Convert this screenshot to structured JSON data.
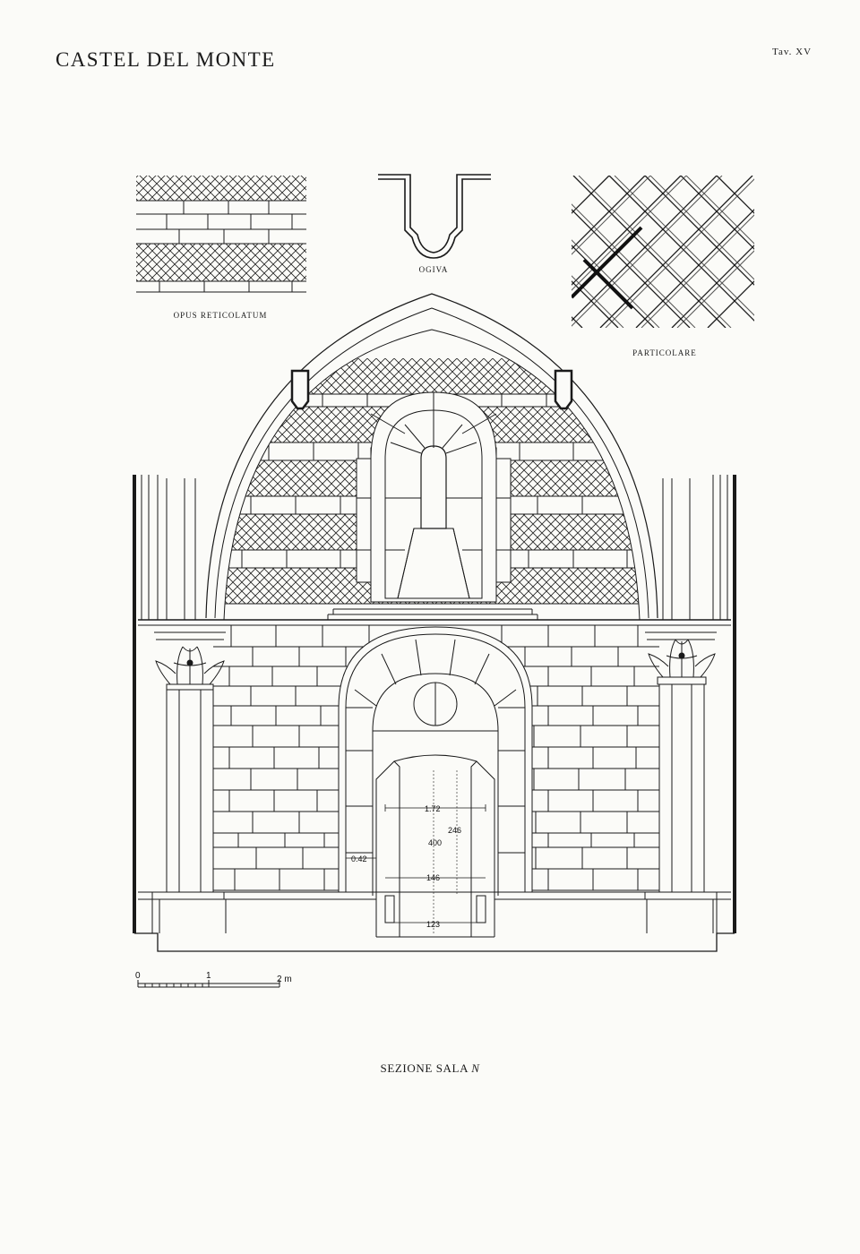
{
  "header": {
    "title": "CASTEL DEL MONTE",
    "plate": "Tav. XV"
  },
  "details": {
    "opus_caption": "OPUS RETICOLATUM",
    "ogiva_caption": "OGIVA",
    "particolare_caption": "PARTICOLARE"
  },
  "dimensions": {
    "d1": "1.72",
    "d2": "246",
    "d3": "400",
    "d4": "0.42",
    "d5": "146",
    "d6": "123"
  },
  "scale": {
    "zero": "0",
    "one": "1",
    "two": "2 m"
  },
  "caption": {
    "text": "SEZIONE SALA",
    "room": "N"
  }
}
